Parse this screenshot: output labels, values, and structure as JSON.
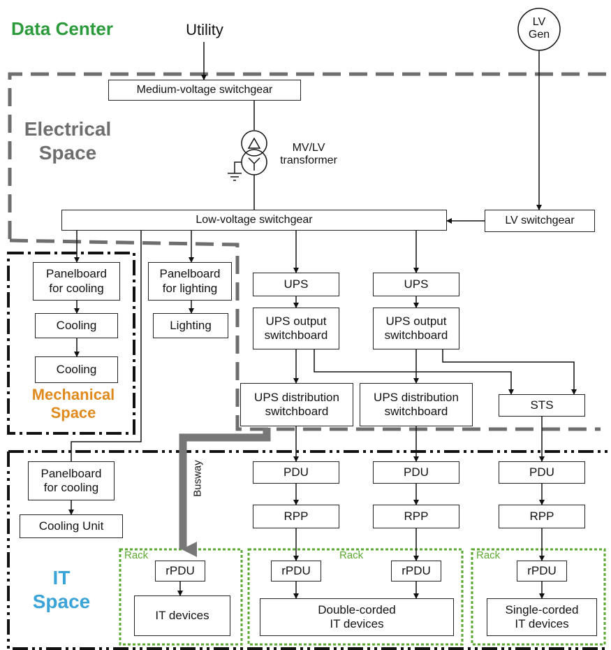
{
  "title": "Data Center",
  "zones": {
    "electrical": "Electrical\nSpace",
    "mechanical": "Mechanical\nSpace",
    "it": "IT\nSpace"
  },
  "sources": {
    "utility": "Utility",
    "lv_gen": "LV\nGen"
  },
  "transformer_label": "MV/LV\ntransformer",
  "busway_label": "Busway",
  "rack_label": "Rack",
  "boxes": {
    "mv_switchgear": "Medium-voltage switchgear",
    "lv_switchgear_main": "Low-voltage switchgear",
    "lv_switchgear_gen": "LV switchgear",
    "panelboard_cooling_1": "Panelboard\nfor cooling",
    "cooling_1": "Cooling",
    "cooling_2": "Cooling",
    "panelboard_lighting": "Panelboard\nfor lighting",
    "lighting": "Lighting",
    "ups_a": "UPS",
    "ups_b": "UPS",
    "ups_output_a": "UPS output\nswitchboard",
    "ups_output_b": "UPS output\nswitchboard",
    "ups_dist_a": "UPS distribution\nswitchboard",
    "ups_dist_b": "UPS distribution\nswitchboard",
    "sts": "STS",
    "panelboard_cooling_2": "Panelboard\nfor cooling",
    "cooling_unit": "Cooling Unit",
    "pdu_a": "PDU",
    "pdu_b": "PDU",
    "pdu_c": "PDU",
    "rpp_a": "RPP",
    "rpp_b": "RPP",
    "rpp_c": "RPP",
    "rpdu_1": "rPDU",
    "rpdu_2": "rPDU",
    "rpdu_3": "rPDU",
    "rpdu_4": "rPDU",
    "it_devices": "IT devices",
    "double_corded": "Double-corded\nIT devices",
    "single_corded": "Single-corded\nIT devices"
  },
  "colors": {
    "title": "#2b9a3a",
    "electrical_zone": "#6e6e6e",
    "mechanical_zone": "#e08a1e",
    "it_zone": "#3aa3d8",
    "rack_border": "#5aa832",
    "busway": "#777777"
  }
}
